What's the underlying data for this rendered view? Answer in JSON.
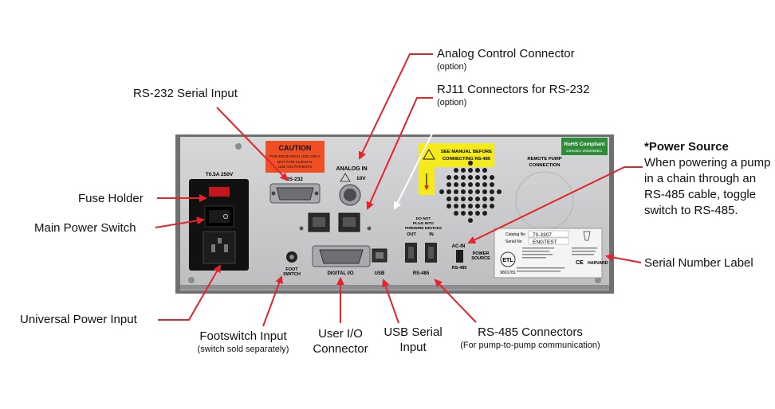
{
  "labels": {
    "analog_control": {
      "title": "Analog Control Connector",
      "sub": "(option)"
    },
    "rj11": {
      "title": "RJ11 Connectors for RS-232",
      "sub": "(option)"
    },
    "rs232": {
      "title": "RS-232 Serial Input"
    },
    "fuse_holder": {
      "title": "Fuse Holder"
    },
    "main_power": {
      "title": "Main Power Switch"
    },
    "universal_power": {
      "title": "Universal Power Input"
    },
    "footswitch": {
      "title": "Footswitch Input",
      "sub": "(switch sold separately)"
    },
    "user_io": {
      "line1": "User I/O",
      "line2": "Connector"
    },
    "usb": {
      "line1": "USB Serial",
      "line2": "Input"
    },
    "rs485": {
      "title": "RS-485 Connectors",
      "sub": "(For pump-to-pump communication)"
    },
    "power_source": {
      "title": "*Power Source",
      "body": "When powering a pump in a chain through an RS-485 cable, toggle switch to RS-485."
    },
    "serial_label": {
      "title": "Serial Number Label"
    }
  },
  "panel": {
    "fuse_rating": "T0.5A 250V",
    "caution_title": "CAUTION",
    "caution_line1": "FOR RESEARCH USE ONLY",
    "caution_line2": "NOT FOR CLINICAL",
    "caution_line3": "USE ON PATIENTS",
    "rs232_text": "RS-232",
    "analog_in_text": "ANALOG IN",
    "analog_10v": "10V",
    "warning_line1": "SEE MANUAL BEFORE",
    "warning_line2": "CONNECTING RS-485",
    "remote_pump_line1": "REMOTE PUMP",
    "remote_pump_line2": "CONNECTION",
    "rohs_line1": "RoHS Compliant",
    "rohs_line2": "Directive 2002/95/EC",
    "do_not_line1": "DO NOT",
    "do_not_line2": "PLUG INTO",
    "do_not_line3": "FIREWIRE DEVICES",
    "out_text": "OUT",
    "in_text": "IN",
    "ac_in_text": "AC-IN",
    "power_source_text": "POWER",
    "power_source_text2": "SOURCE",
    "rs485_switch_text": "RS-485",
    "foot_switch_text": "FOOT",
    "foot_switch_text2": "SWITCH",
    "digital_io_text": "DIGITAL I/O",
    "usb_text": "USB",
    "rs485_port_text": "RS-485",
    "catalog_label": "Catalog No",
    "catalog_value": "70-3307",
    "serial_label": "Serial No",
    "serial_value": "ENGTEST",
    "etl_number": "9801781",
    "harvard_text": "HARVARD"
  },
  "colors": {
    "arrow": "#e3242b",
    "panel": "#c9cacb",
    "caution": "#f04e23",
    "warning": "#f5ea1c",
    "rohs": "#2e8b3a"
  }
}
